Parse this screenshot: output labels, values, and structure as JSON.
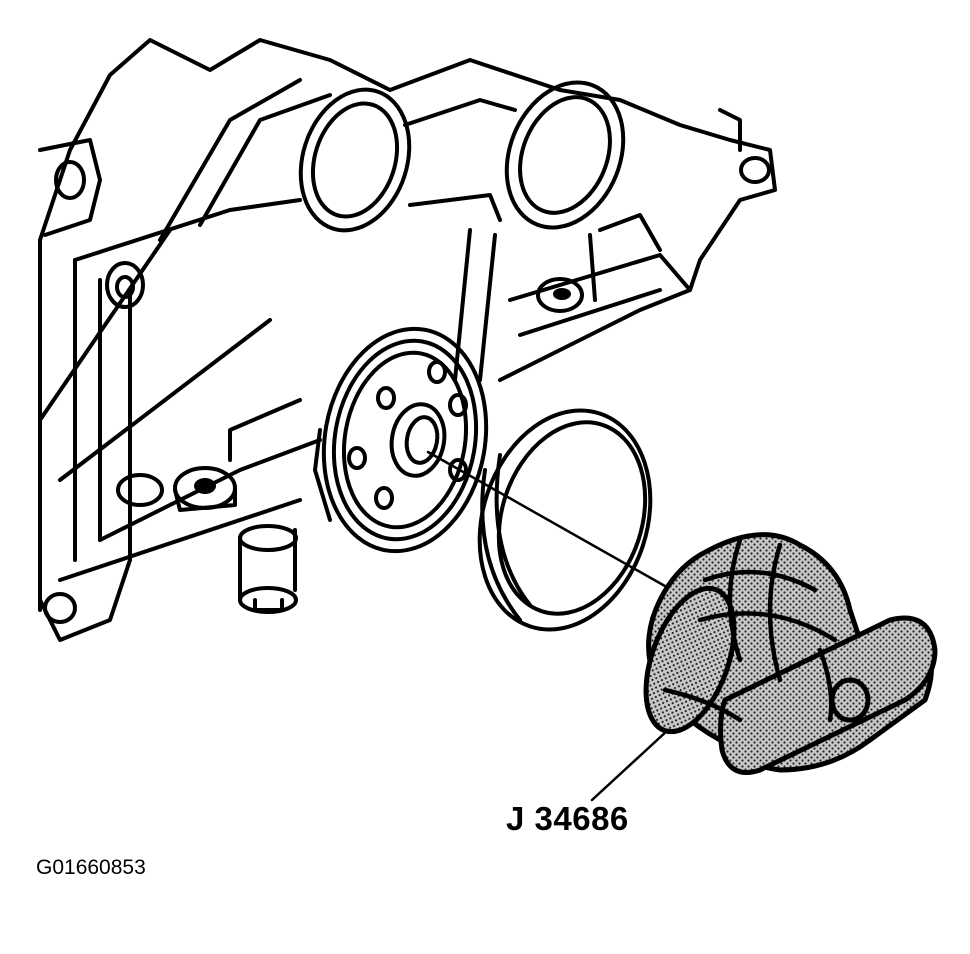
{
  "figure": {
    "tool_label": "J 34686",
    "figure_id": "G01660853"
  },
  "parts": {
    "block": "engine-front-cover",
    "pulley": "crankshaft-hub",
    "seal": "front-oil-seal",
    "tool": "seal-installer-tool"
  },
  "colors": {
    "ink": "#000000",
    "background": "#ffffff",
    "tool_fill": "#9a9a9a"
  }
}
